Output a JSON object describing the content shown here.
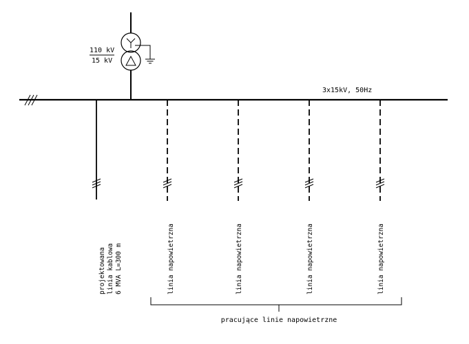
{
  "transformer": {
    "primary_voltage": "110 kV",
    "secondary_voltage": "15 kV"
  },
  "busbar": {
    "label": "3x15kV, 50Hz"
  },
  "cable_line": {
    "label_lines": [
      "projektowana",
      "linia kablowa",
      "6 MVA L=300 m"
    ]
  },
  "overhead_lines": [
    {
      "label": "linia napowietrzna"
    },
    {
      "label": "linia napowietrzna"
    },
    {
      "label": "linia napowietrzna"
    },
    {
      "label": "linia napowietrzna"
    }
  ],
  "group_label": "pracujące linie napowietrzne",
  "icons": {
    "busbar_end": "three-phase-slash-icon",
    "transformer_primary": "star-winding-icon",
    "transformer_secondary": "delta-winding-icon",
    "earthing": "ground-icon"
  }
}
